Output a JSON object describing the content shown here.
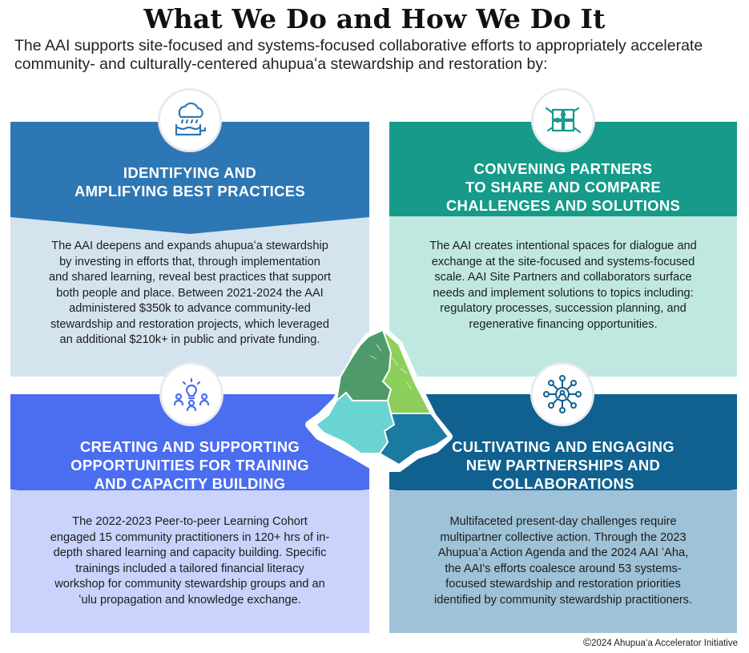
{
  "title": "What We Do and How We Do It",
  "subtitle": "The AAI supports site-focused and systems-focused collaborative efforts to appropriately accelerate community- and culturally-centered ahupuaʻa stewardship and restoration by:",
  "colors": {
    "panel1_head": "#2e77b5",
    "panel1_body": "#d4e4ef",
    "panel2_head": "#169a8a",
    "panel2_body": "#c0e8e1",
    "panel3_head": "#4b6df0",
    "panel3_body": "#c9d3fb",
    "panel4_head": "#10618f",
    "panel4_body": "#9ec2d7"
  },
  "panels": [
    {
      "icon": "rain-water-icon",
      "heading": "IDENTIFYING AND\nAMPLIFYING BEST PRACTICES",
      "body": "The AAI deepens and expands ahupuaʻa stewardship\nby investing in efforts that, through implementation\nand shared learning, reveal best practices that support\nboth people and place. Between 2021-2024 the AAI\nadministered $350k to advance community-led\nstewardship and restoration projects, which leveraged\nan additional $210k+ in public and private funding."
    },
    {
      "icon": "puzzle-hands-icon",
      "heading": "CONVENING PARTNERS\nTO SHARE AND COMPARE\nCHALLENGES AND SOLUTIONS",
      "body": "The AAI creates intentional spaces for dialogue and\nexchange at the site-focused and systems-focused\nscale. AAI Site Partners and collaborators surface\nneeds and implement solutions to topics including:\nregulatory processes, succession planning, and\nregenerative financing opportunities."
    },
    {
      "icon": "lightbulb-people-icon",
      "heading": "CREATING AND SUPPORTING\nOPPORTUNITIES FOR TRAINING\nAND CAPACITY BUILDING",
      "body": "The 2022-2023 Peer-to-peer Learning Cohort\nengaged 15 community practitioners in 120+ hrs of in-\ndepth shared learning and capacity building. Specific\ntrainings included a tailored financial literacy\nworkshop for community stewardship groups and an\nʻulu propagation and knowledge exchange."
    },
    {
      "icon": "network-icon",
      "heading": "CULTIVATING AND ENGAGING\nNEW PARTNERSHIPS AND\nCOLLABORATIONS",
      "body": "Multifaceted present-day challenges require\nmultipartner collective action. Through the 2023\nAhupuaʻa Action Agenda and the 2024 AAI ʻAha,\nthe AAI's efforts coalesce around 53 systems-\nfocused stewardship and restoration priorities\nidentified by community stewardship practitioners."
    }
  ],
  "footer": {
    "symbol": "©",
    "text": "2024 Ahupuaʻa Accelerator Initiative"
  }
}
